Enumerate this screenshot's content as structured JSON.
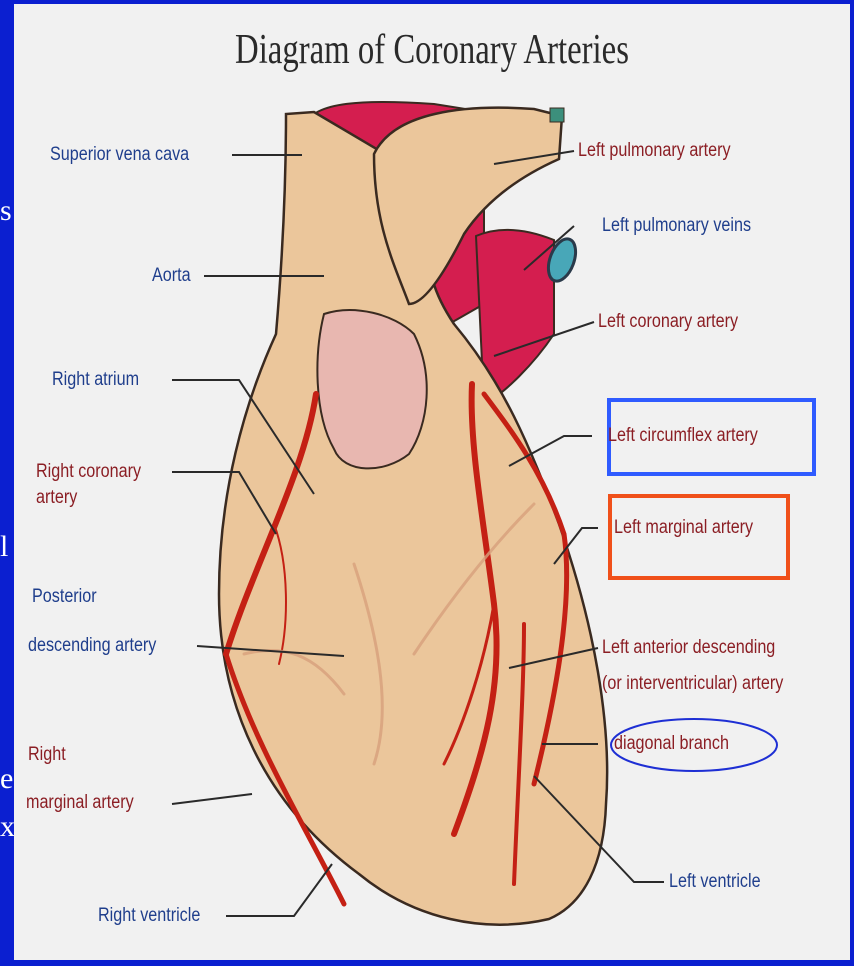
{
  "background_fragments": [
    "s",
    "l",
    "e",
    "x"
  ],
  "title": "Diagram of Coronary Arteries",
  "labels": {
    "superior_vena_cava": "Superior vena cava",
    "aorta": "Aorta",
    "right_atrium": "Right atrium",
    "right_coronary_1": "Right coronary",
    "right_coronary_2": "artery",
    "posterior_1": "Posterior",
    "posterior_2": "descending artery",
    "right_marginal_1": "Right",
    "right_marginal_2": "marginal artery",
    "right_ventricle": "Right ventricle",
    "left_pulmonary_artery": "Left pulmonary artery",
    "left_pulmonary_veins": "Left pulmonary veins",
    "left_coronary_artery": "Left coronary artery",
    "left_circumflex": "Left circumflex artery",
    "left_marginal": "Left marginal artery",
    "lad_1": "Left anterior descending",
    "lad_2": "(or interventricular) artery",
    "diagonal_branch": "diagonal branch",
    "left_ventricle": "Left ventricle"
  },
  "colors": {
    "heart": "#ebc69b",
    "aorta": "#d41e4f",
    "atrium": "#e8b7b0",
    "artery": "#c42014",
    "highlight_blue": "#2f5bff",
    "highlight_orange": "#f0501a",
    "ellipse_blue": "#1e2fd4"
  }
}
